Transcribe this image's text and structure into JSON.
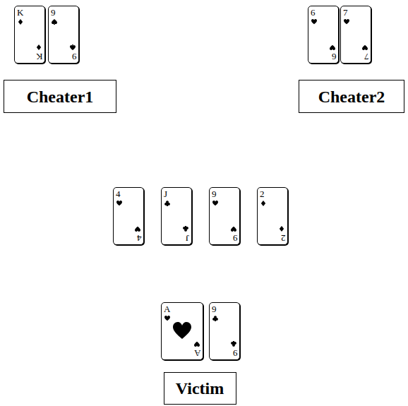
{
  "diagram": {
    "nodes": [
      {
        "text": [
          "K",
          "K"
        ]
      },
      {
        "text": [
          "9",
          "9"
        ]
      },
      {
        "text": [
          "6",
          "6"
        ]
      },
      {
        "text": [
          "7",
          "7"
        ]
      },
      {
        "text": [
          "Cheater1"
        ]
      },
      {
        "text": [
          "Cheater2"
        ]
      },
      {
        "text": [
          "4",
          "4"
        ]
      },
      {
        "text": [
          "J",
          "J"
        ]
      },
      {
        "text": [
          "9",
          "9"
        ]
      },
      {
        "text": [
          "2",
          "2"
        ]
      },
      {
        "text": [
          "A",
          "A"
        ]
      },
      {
        "text": [
          "9",
          "9"
        ]
      },
      {
        "text": [
          "Victim"
        ]
      }
    ]
  }
}
